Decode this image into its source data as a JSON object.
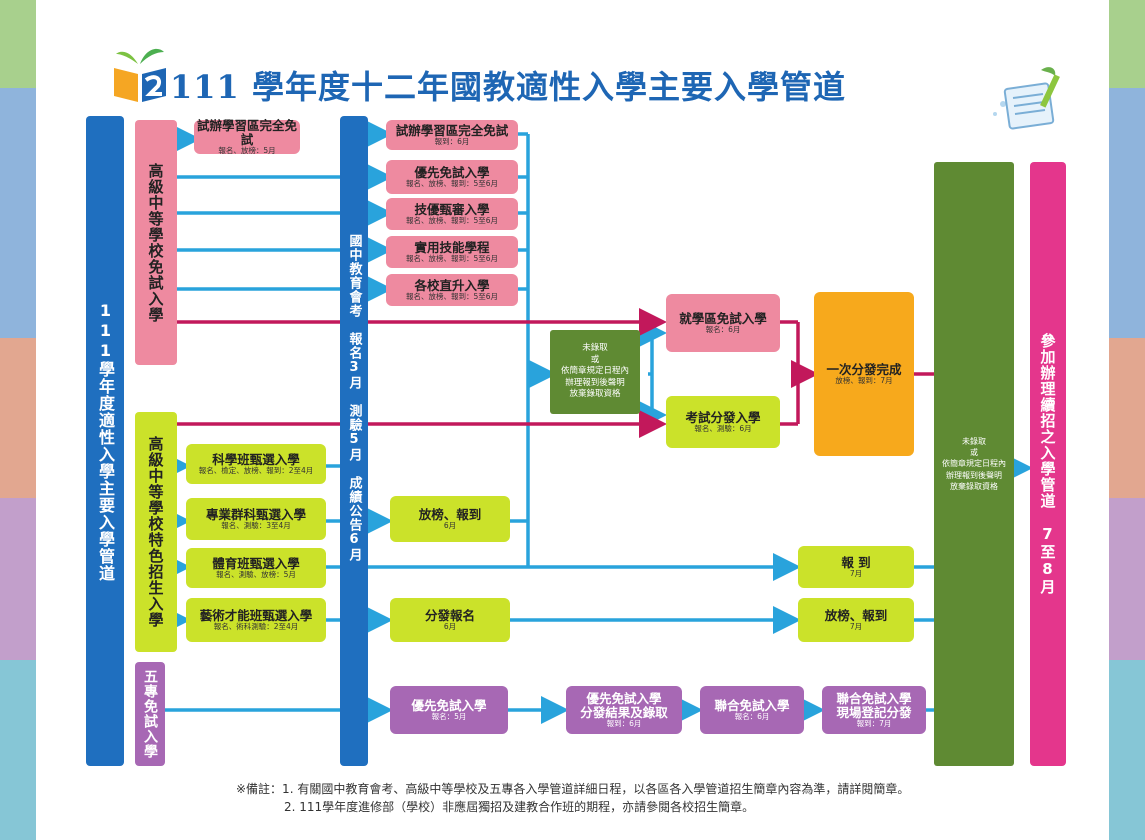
{
  "title": "111 學年度十二年國教適性入學主要入學管道",
  "main_pathway": "111學年度適性入學主要入學管道",
  "exam_column": "國中教育會考　報名3月　測驗5月　成績公告6月",
  "categories": {
    "senior_free": "高級中等學校免試入學",
    "senior_special": "高級中等學校特色招生入學",
    "junior_college": "五專免試入學"
  },
  "senior_free_items": [
    {
      "title": "試辦學習區完全免試",
      "sub": "報名、放榜：5月"
    },
    {
      "title": "試辦學習區完全免試",
      "sub": "報到：6月"
    },
    {
      "title": "優先免試入學",
      "sub": "報名、放榜、報到：5至6月"
    },
    {
      "title": "技優甄審入學",
      "sub": "報名、放榜、報到：5至6月"
    },
    {
      "title": "實用技能學程",
      "sub": "報名、放榜、報到：5至6月"
    },
    {
      "title": "各校直升入學",
      "sub": "報名、放榜、報到：5至6月"
    }
  ],
  "unadmitted_small": "未錄取\n或\n依簡章規定日程內\n辦理報到後聲明\n放棄錄取資格",
  "district_free": {
    "title": "就學區免試入學",
    "sub": "報名：6月"
  },
  "exam_dist": {
    "title": "考試分發入學",
    "sub": "報名、測驗：6月"
  },
  "one_time": {
    "title": "一次分發完成",
    "sub": "放榜、報到：7月"
  },
  "unadmitted_big": "未錄取\n或\n依簡章規定日程內\n辦理報到後聲明\n放棄錄取資格",
  "continue_label": "參加辦理續招之入學管道　7至8月",
  "special_items": [
    {
      "title": "科學班甄選入學",
      "sub": "報名、檢定、放榜、報到：2至4月"
    },
    {
      "title": "專業群科甄選入學",
      "sub": "報名、測驗：3至4月"
    },
    {
      "title": "體育班甄選入學",
      "sub": "報名、測驗、放榜：5月"
    },
    {
      "title": "藝術才能班甄選入學",
      "sub": "報名、術科測驗：2至4月"
    }
  ],
  "release_report_6": {
    "title": "放榜、報到",
    "sub": "6月"
  },
  "dist_register": {
    "title": "分發報名",
    "sub": "6月"
  },
  "report_7": {
    "title": "報 到",
    "sub": "7月"
  },
  "release_report_7": {
    "title": "放榜、報到",
    "sub": "7月"
  },
  "jc_items": [
    {
      "title": "優先免試入學",
      "sub": "報名：5月"
    },
    {
      "title": "優先免試入學\n分發結果及錄取",
      "sub": "報到：6月"
    },
    {
      "title": "聯合免試入學",
      "sub": "報名：6月"
    },
    {
      "title": "聯合免試入學\n現場登記分發",
      "sub": "報到：7月"
    }
  ],
  "notes": [
    "※備註：1. 有關國中教育會考、高級中等學校及五專各入學管道詳細日程，以各區各入學管道招生簡章內容為準，請詳閱簡章。",
    "2. 111學年度進修部（學校）非應屆獨招及建教合作班的期程，亦請參閱各校招生簡章。"
  ],
  "colors": {
    "blue": "#1f6fbf",
    "pink": "#ee8aa0",
    "lime": "#cbe22a",
    "purple": "#a768b4",
    "green": "#5f8a33",
    "orange": "#f7a91c",
    "magenta": "#e4368c",
    "cyan": "#29a3dc",
    "crimson": "#c2185b"
  }
}
